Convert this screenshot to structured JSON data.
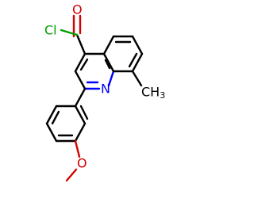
{
  "molecule": {
    "atoms": {
      "carbonyl_oxygen": "O",
      "chlorine": "Cl",
      "ring_nitrogen": "N",
      "methyl": "CH3",
      "methoxy_oxygen": "O",
      "methoxy_methyl": ""
    }
  },
  "colors": {
    "bond": "#000000",
    "oxygen": "#d40000",
    "chlorine": "#00a000",
    "nitrogen": "#0000ff"
  }
}
